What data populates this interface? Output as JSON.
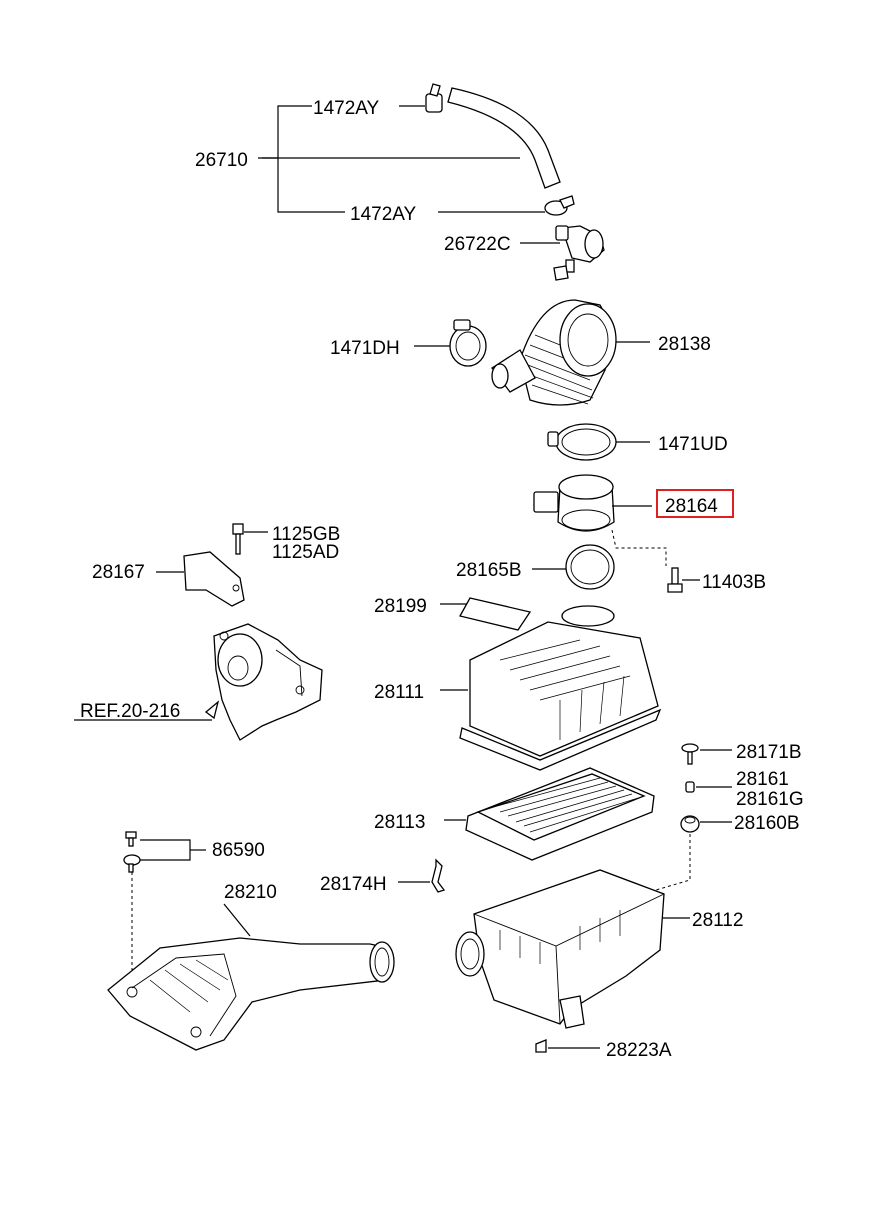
{
  "labels": {
    "p1472ay_top": "1472AY",
    "p26710": "26710",
    "p1472ay_bottom": "1472AY",
    "p26722c": "26722C",
    "p1471dh": "1471DH",
    "p28138": "28138",
    "p1471ud": "1471UD",
    "p28164": "28164",
    "p1125gb": "1125GB",
    "p1125ad": "1125AD",
    "p28167": "28167",
    "p28165b": "28165B",
    "p11403b": "11403B",
    "p28199": "28199",
    "p28111": "28111",
    "ref": "REF.20-216",
    "p28171b": "28171B",
    "p28161": "28161",
    "p28161g": "28161G",
    "p28113": "28113",
    "p28160b": "28160B",
    "p86590": "86590",
    "p28174h": "28174H",
    "p28210": "28210",
    "p28112": "28112",
    "p28223a": "28223A"
  },
  "highlight": {
    "part": "28164",
    "color": "#e02020"
  }
}
